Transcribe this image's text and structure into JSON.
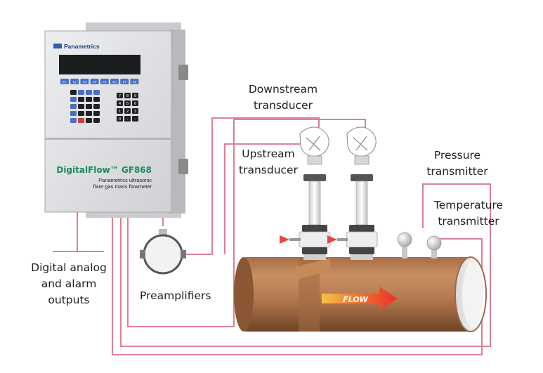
{
  "labels": {
    "downstream": [
      "Downstream",
      "transducer"
    ],
    "upstream": [
      "Upstream",
      "transducer"
    ],
    "pressure": [
      "Pressure",
      "transmitter"
    ],
    "temperature": [
      "Temperature",
      "transmitter"
    ],
    "preamplifiers": "Preamplifiers",
    "outputs": [
      "Digital analog",
      "and alarm",
      "outputs"
    ]
  },
  "device": {
    "brand": "Panametrics",
    "model": "DigitalFlow™ GF868",
    "description_line1": "Panametrics ultrasonic",
    "description_line2": "flare gas mass flowmeter",
    "function_keys": [
      "F1",
      "F2",
      "F3",
      "F4",
      "F5",
      "F6",
      "F7",
      "F8"
    ],
    "number_keys": [
      "7",
      "8",
      "9",
      "4",
      "5",
      "6",
      "1",
      "2",
      "3",
      "0",
      ".",
      "-"
    ]
  },
  "flow_label": "FLOW",
  "colors": {
    "wire": "#d9728a",
    "pipe": "#b87a4f",
    "pipe_dark": "#7c4e2d",
    "flow_arrow": "#e8302a",
    "device_body": "#dcdde0",
    "model_text": "#1c8a5e",
    "keypad_blue": "#4a6fc9"
  }
}
